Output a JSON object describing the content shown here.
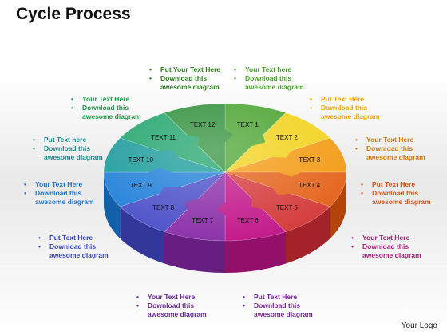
{
  "title": "Cycle Process",
  "logo": "Your Logo",
  "segments": [
    {
      "label": "TEXT 1",
      "color": "#4aa32f",
      "side": "#2f7a1c"
    },
    {
      "label": "TEXT 2",
      "color": "#f2d21a",
      "side": "#c4a40c"
    },
    {
      "label": "TEXT 3",
      "color": "#f39a12",
      "side": "#c47407"
    },
    {
      "label": "TEXT 4",
      "color": "#e4621a",
      "side": "#b4430a"
    },
    {
      "label": "TEXT 5",
      "color": "#d43a3a",
      "side": "#a4232a"
    },
    {
      "label": "TEXT 6",
      "color": "#c2188a",
      "side": "#92106a"
    },
    {
      "label": "TEXT 7",
      "color": "#8a2fa8",
      "side": "#661f80"
    },
    {
      "label": "TEXT 8",
      "color": "#4a4fc8",
      "side": "#33379a"
    },
    {
      "label": "TEXT 9",
      "color": "#1f7fd8",
      "side": "#1460a8"
    },
    {
      "label": "TEXT 10",
      "color": "#1a9a9a",
      "side": "#0f7575"
    },
    {
      "label": "TEXT 11",
      "color": "#1fa46a",
      "side": "#12804e"
    },
    {
      "label": "TEXT 12",
      "color": "#2f8f3a",
      "side": "#1d6a27"
    }
  ],
  "textboxes": [
    {
      "color": "#2e7d1e",
      "lines": [
        "Put Your Text Here",
        "Download this",
        "awesome diagram"
      ],
      "bullets": [
        0,
        1
      ]
    },
    {
      "color": "#4aa32f",
      "lines": [
        "Your Text  here",
        "Download this",
        "awesome diagram"
      ],
      "bullets": [
        0,
        1
      ]
    },
    {
      "color": "#f0a800",
      "lines": [
        "Put Text  Here",
        "Download this",
        "awesome diagram"
      ],
      "bullets": [
        0,
        1
      ]
    },
    {
      "color": "#d67a0c",
      "lines": [
        "Your Text Here",
        "Download this",
        "awesome diagram"
      ],
      "bullets": [
        0,
        1
      ]
    },
    {
      "color": "#d2541a",
      "lines": [
        "Put Text Here",
        "Download this",
        "awesome diagram"
      ],
      "bullets": [
        0,
        1
      ]
    },
    {
      "color": "#a8237a",
      "lines": [
        "Your Text Here",
        "Download this",
        "awesome diagram"
      ],
      "bullets": [
        0,
        1
      ]
    },
    {
      "color": "#7a2598",
      "lines": [
        "Put Text Here",
        "Download this",
        "awesome diagram"
      ],
      "bullets": [
        0,
        1
      ]
    },
    {
      "color": "#6a2a98",
      "lines": [
        "Your Text Here",
        "Download this",
        "awesome diagram"
      ],
      "bullets": [
        0,
        1
      ]
    },
    {
      "color": "#3a48b8",
      "lines": [
        "Put Text Here",
        "Download this",
        "awesome diagram"
      ],
      "bullets": [
        0,
        1
      ]
    },
    {
      "color": "#1f74c8",
      "lines": [
        "Your Text Here",
        "Download this",
        "awesome diagram"
      ],
      "bullets": [
        0,
        1
      ]
    },
    {
      "color": "#1a8a8a",
      "lines": [
        "Put Text  here",
        "Download this",
        "awesome diagram"
      ],
      "bullets": [
        0,
        1
      ]
    },
    {
      "color": "#1f9a4a",
      "lines": [
        "Your Text Here",
        "Download this",
        "awesome diagram"
      ],
      "bullets": [
        0,
        1
      ]
    }
  ]
}
